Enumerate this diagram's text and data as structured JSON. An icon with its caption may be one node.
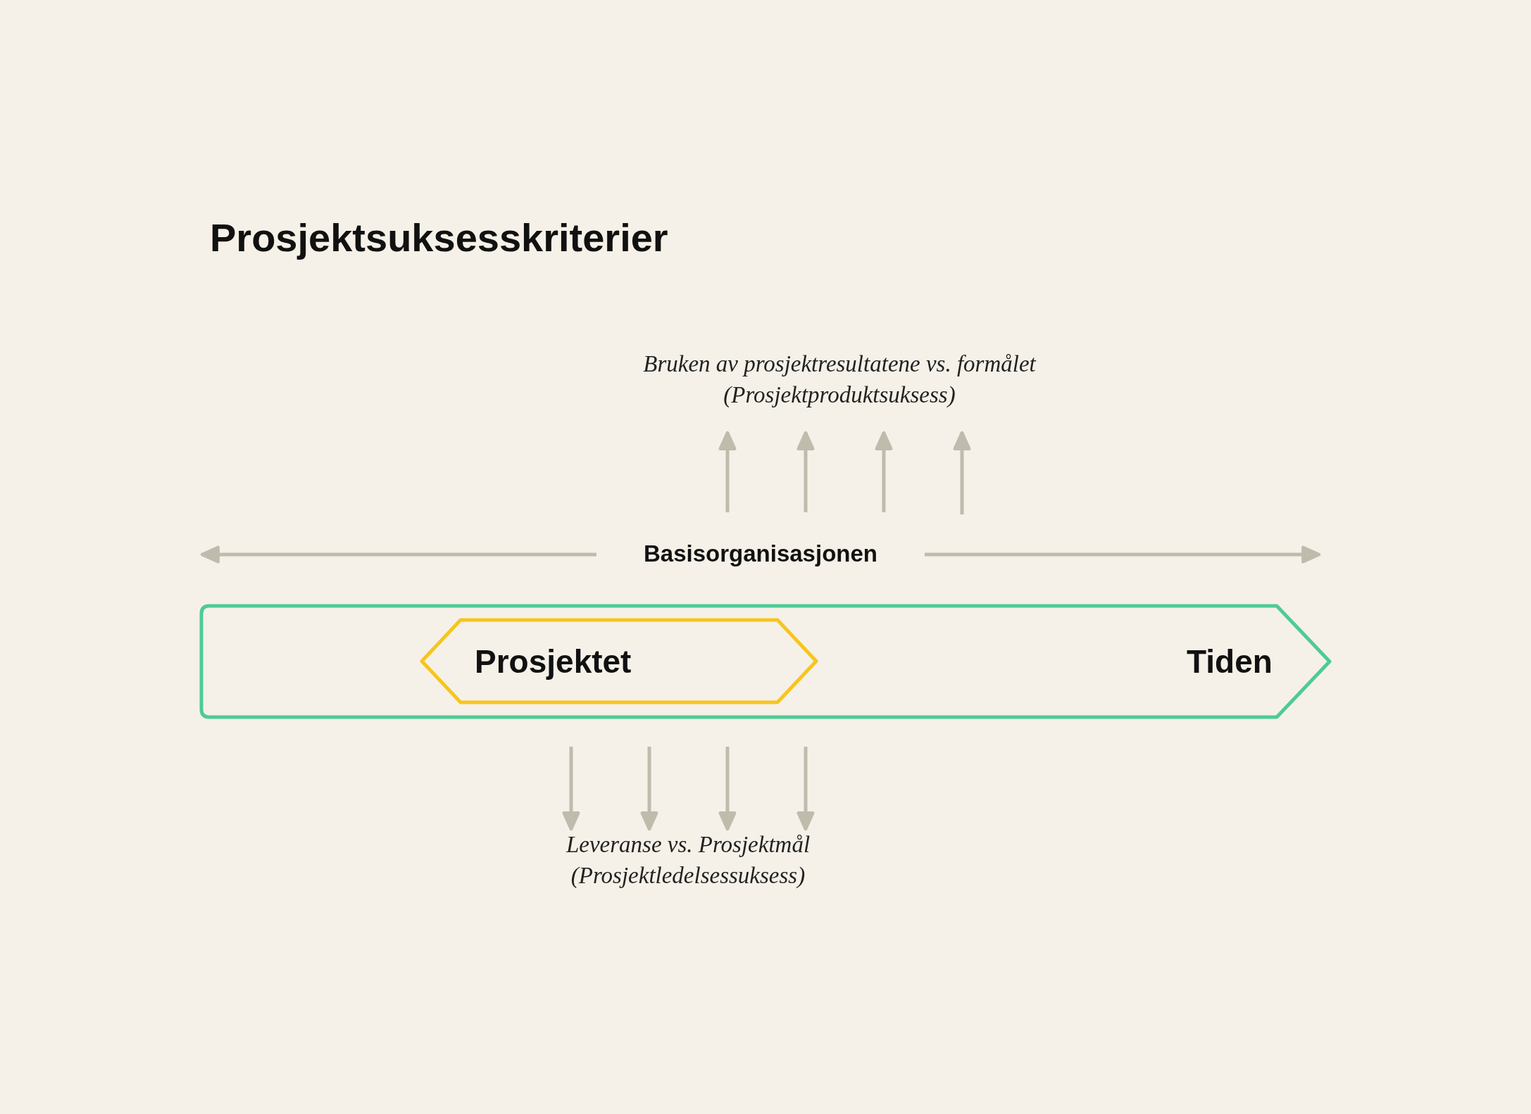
{
  "diagram": {
    "title": "Prosjektsuksesskriterier",
    "nodes": [
      {
        "text": [
          "Tiden"
        ]
      },
      {
        "text": [
          "Prosjektet"
        ],
        "in": 0
      },
      {
        "text": [
          "Basisorganisasjonen"
        ]
      },
      {
        "text": [
          "Bruken av prosjektresultatene vs. formålet",
          "(Prosjektproduktsuksess)"
        ]
      },
      {
        "text": [
          "Leveranse vs. Prosjektmål",
          "(Prosjektledelsessuksess)"
        ]
      }
    ],
    "edges": [
      {
        "from": 2,
        "to": null,
        "arrow": "to"
      },
      {
        "from": 2,
        "to": null,
        "arrow": "to"
      },
      {
        "from": 2,
        "to": 3,
        "arrow": "to"
      },
      {
        "from": 2,
        "to": 3,
        "arrow": "to"
      },
      {
        "from": 2,
        "to": 3,
        "arrow": "to"
      },
      {
        "from": null,
        "to": 3,
        "arrow": "to"
      },
      {
        "from": null,
        "to": 4,
        "arrow": "to"
      },
      {
        "from": null,
        "to": 4,
        "arrow": "to"
      },
      {
        "from": null,
        "to": 4,
        "arrow": "to"
      },
      {
        "from": null,
        "to": 4,
        "arrow": "to"
      }
    ]
  }
}
